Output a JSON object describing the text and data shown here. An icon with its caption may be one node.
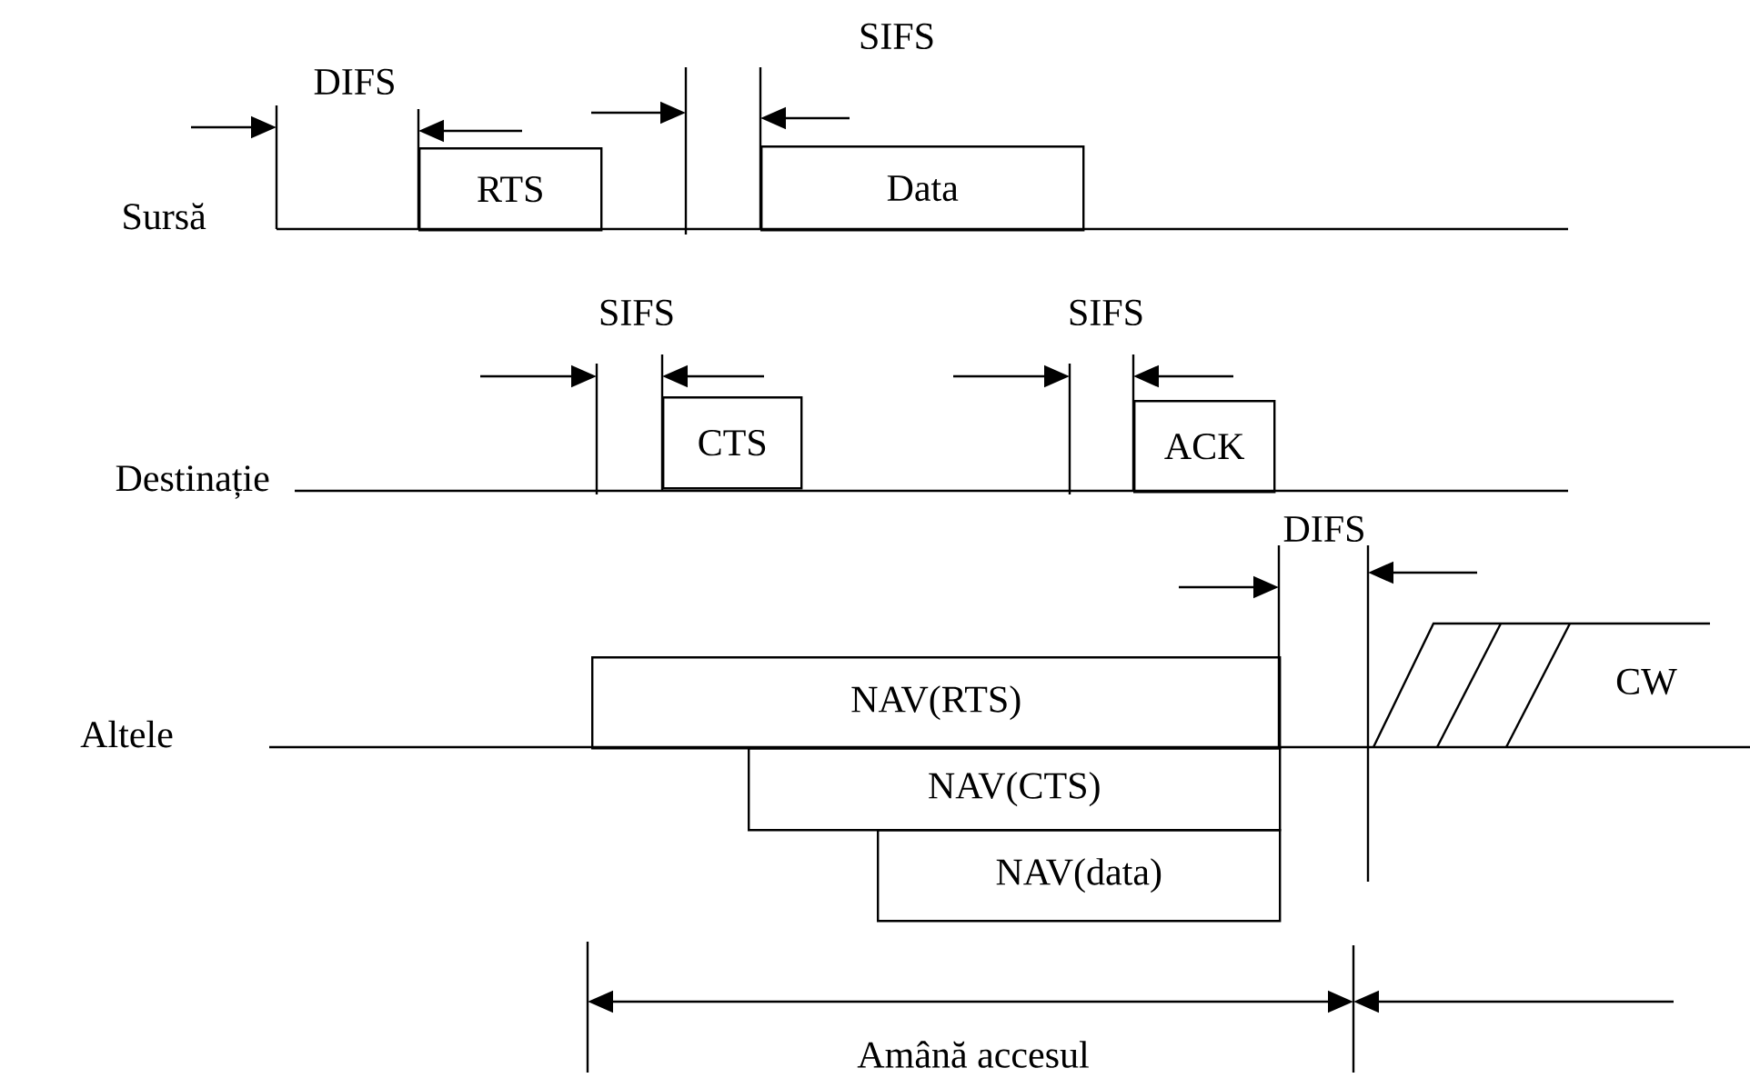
{
  "diagram": {
    "nodes": [
      {
        "text": [
          "RTS"
        ]
      },
      {
        "text": [
          "Data"
        ]
      },
      {
        "text": [
          "CTS"
        ]
      },
      {
        "text": [
          "ACK"
        ]
      },
      {
        "text": [
          "NAV(RTS)"
        ]
      },
      {
        "text": [
          "NAV(CTS)"
        ]
      },
      {
        "text": [
          "NAV(data)"
        ]
      },
      {
        "text": [
          "CW"
        ]
      }
    ],
    "labels": [
      "SIFS",
      "DIFS",
      "Sursă",
      "SIFS",
      "SIFS",
      "Destinație",
      "DIFS",
      "Altele",
      "Amână accesul"
    ]
  }
}
